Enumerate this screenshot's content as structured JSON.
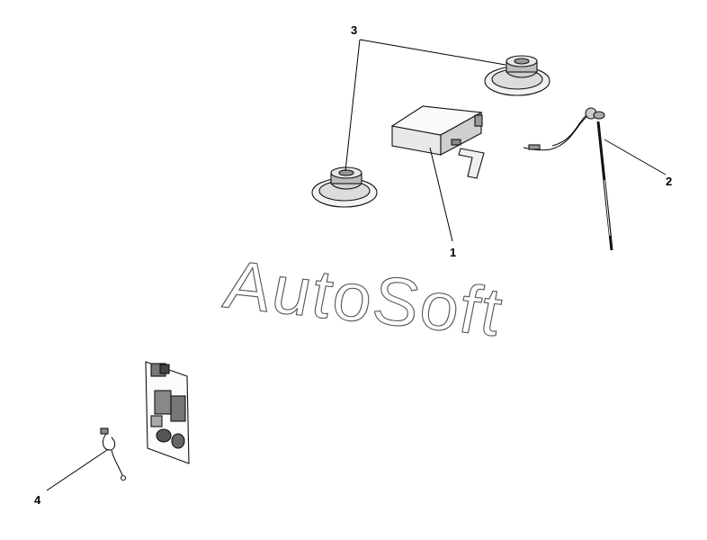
{
  "watermark": "AutoSoft",
  "callouts": [
    {
      "id": "1",
      "label": "1"
    },
    {
      "id": "2",
      "label": "2"
    },
    {
      "id": "3",
      "label": "3"
    },
    {
      "id": "4",
      "label": "4"
    }
  ],
  "parts": [
    {
      "callout": "1",
      "icon": "radio-receiver-icon"
    },
    {
      "callout": "2",
      "icon": "antenna-icon"
    },
    {
      "callout": "3",
      "icon": "speaker-icon"
    },
    {
      "callout": "4",
      "icon": "antenna-cable-icon"
    },
    {
      "callout": "",
      "icon": "control-panel-icon"
    }
  ],
  "colors": {
    "line": "#000000",
    "background": "#ffffff",
    "watermark_stroke": "#555555"
  }
}
